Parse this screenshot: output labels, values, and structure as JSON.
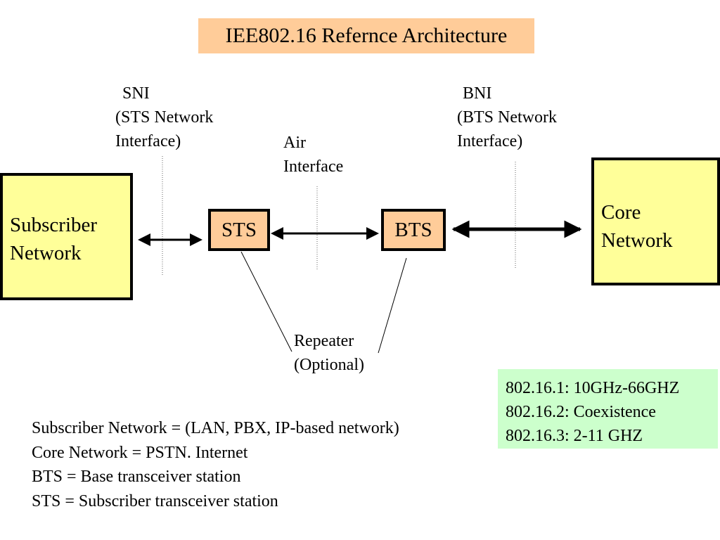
{
  "title": "IEE802.16 Refernce Architecture",
  "sni": {
    "line1": "SNI",
    "line2": "(STS Network",
    "line3": "Interface)"
  },
  "air": {
    "line1": "Air",
    "line2": "Interface"
  },
  "bni": {
    "line1": "BNI",
    "line2": "(BTS Network",
    "line3": "Interface)"
  },
  "subscriber_network": {
    "line1": "Subscriber",
    "line2": "Network"
  },
  "core_network": {
    "line1": "Core",
    "line2": "Network"
  },
  "sts_label": "STS",
  "bts_label": "BTS",
  "repeater": {
    "line1": "Repeater",
    "line2": "(Optional)"
  },
  "standards": [
    "802.16.1: 10GHz-66GHZ",
    "802.16.2: Coexistence",
    "802.16.3: 2-11 GHZ"
  ],
  "definitions": [
    "Subscriber Network = (LAN, PBX, IP-based network)",
    "Core Network = PSTN. Internet",
    "BTS = Base transceiver station",
    "STS = Subscriber transceiver station"
  ],
  "colors": {
    "title_fill": "#ffcc99",
    "node_fill": "#ffcc99",
    "network_fill": "#ffff99",
    "standards_fill": "#ccffcc"
  }
}
